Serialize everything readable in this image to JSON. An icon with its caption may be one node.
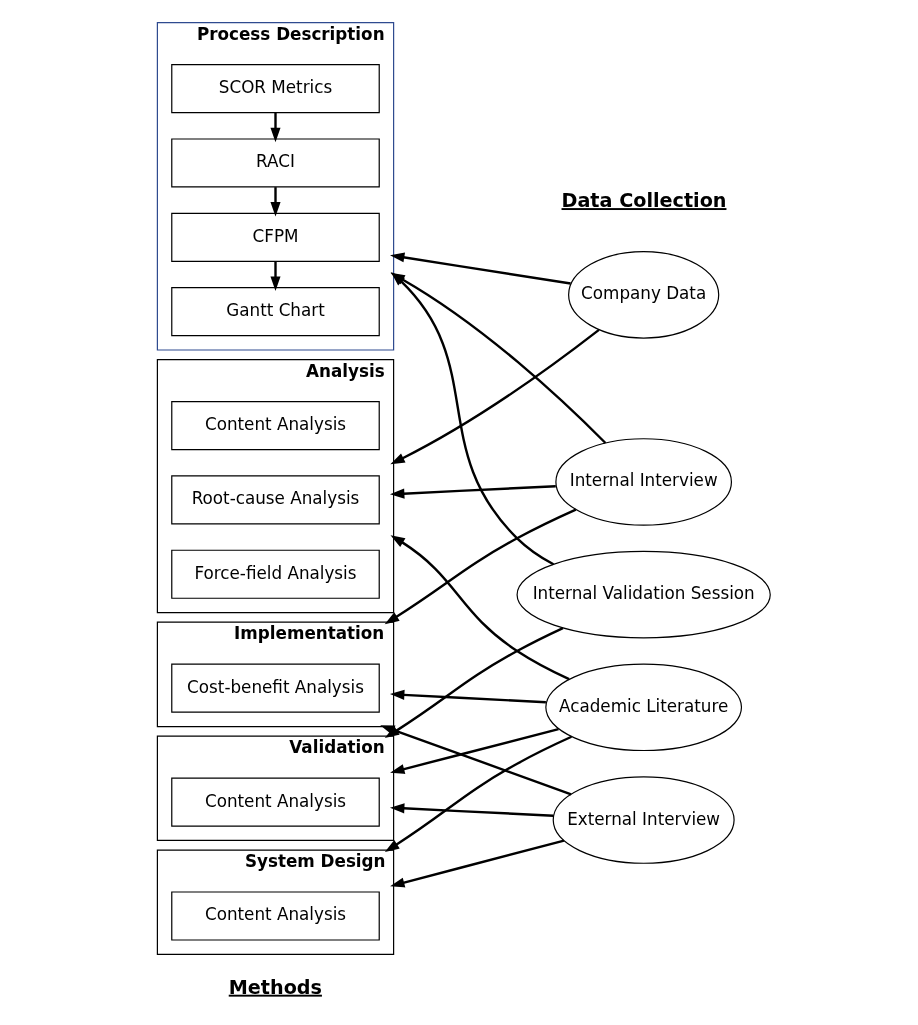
{
  "diagram": {
    "nodes": [
      {
        "text": [
          "Process Description"
        ]
      },
      {
        "text": [
          "SCOR Metrics"
        ],
        "in": 0
      },
      {
        "text": [
          "RACI"
        ],
        "in": 0
      },
      {
        "text": [
          "CFPM"
        ],
        "in": 0
      },
      {
        "text": [
          "Gantt Chart"
        ],
        "in": 0
      },
      {
        "text": [
          "Analysis"
        ]
      },
      {
        "text": [
          "Content Analysis"
        ],
        "in": 5
      },
      {
        "text": [
          "Root-cause Analysis"
        ],
        "in": 5
      },
      {
        "text": [
          "Force-field Analysis"
        ],
        "in": 5
      },
      {
        "text": [
          "System Design"
        ]
      },
      {
        "text": [
          "Content Analysis"
        ],
        "in": 9
      },
      {
        "text": [
          "Validation"
        ]
      },
      {
        "text": [
          "Content Analysis"
        ],
        "in": 11
      },
      {
        "text": [
          "Implementation"
        ]
      },
      {
        "text": [
          "Cost-benefit Analysis"
        ],
        "in": 13
      },
      {
        "text": [
          "Company Data"
        ]
      },
      {
        "text": [
          "Internal Interview"
        ]
      },
      {
        "text": [
          "Internal Validation Session"
        ]
      },
      {
        "text": [
          "Academic Literature"
        ]
      },
      {
        "text": [
          "External Interview"
        ]
      }
    ],
    "edges": [
      {
        "from": 1,
        "to": 2,
        "arrow": "to"
      },
      {
        "from": 2,
        "to": 3,
        "arrow": "to"
      },
      {
        "from": 3,
        "to": 4,
        "arrow": "to"
      },
      {
        "from": 15,
        "to": 0,
        "arrow": "to"
      },
      {
        "from": 15,
        "to": 5,
        "arrow": "to"
      },
      {
        "from": 16,
        "to": 0,
        "arrow": "to"
      },
      {
        "from": 16,
        "to": 5,
        "arrow": "to"
      },
      {
        "from": 16,
        "to": 13,
        "arrow": "to"
      },
      {
        "from": 17,
        "to": 0,
        "arrow": "to"
      },
      {
        "from": 17,
        "to": 11,
        "arrow": "to"
      },
      {
        "from": 18,
        "to": 5,
        "arrow": "to"
      },
      {
        "from": 18,
        "to": 9,
        "arrow": "to"
      },
      {
        "from": 18,
        "to": 11,
        "arrow": "to"
      },
      {
        "from": 18,
        "to": 13,
        "arrow": "to"
      },
      {
        "from": 19,
        "to": 9,
        "arrow": "to"
      },
      {
        "from": 19,
        "to": 11,
        "arrow": "to"
      },
      {
        "from": 19,
        "to": 13,
        "arrow": "to"
      }
    ],
    "labels": [
      "Methods",
      "Data Collection"
    ]
  }
}
